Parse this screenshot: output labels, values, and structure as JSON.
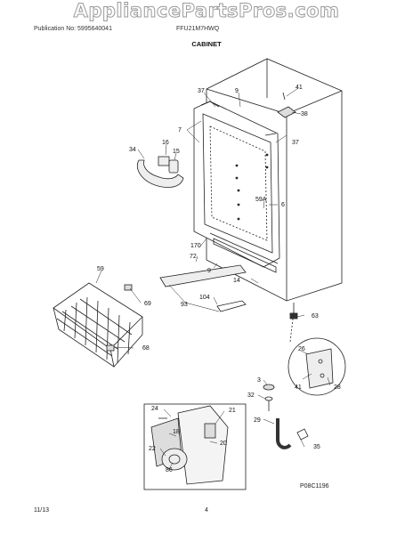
{
  "watermark": "AppliancePartsPros.com",
  "header": {
    "publication": "Publication No: 5995640041",
    "model": "FFU21M7HWQ"
  },
  "section_title": "CABINET",
  "callouts": [
    "37",
    "9",
    "41",
    "38",
    "7",
    "37",
    "16",
    "15",
    "34",
    "59A",
    "6",
    "170",
    "72",
    "9",
    "59",
    "69",
    "14",
    "104",
    "93",
    "63",
    "68",
    "26",
    "3",
    "41",
    "28",
    "32",
    "24",
    "21",
    "29",
    "18",
    "35",
    "20",
    "22",
    "86"
  ],
  "figure_code": "P08C1196",
  "footer": {
    "date": "11/13",
    "page": "4"
  }
}
